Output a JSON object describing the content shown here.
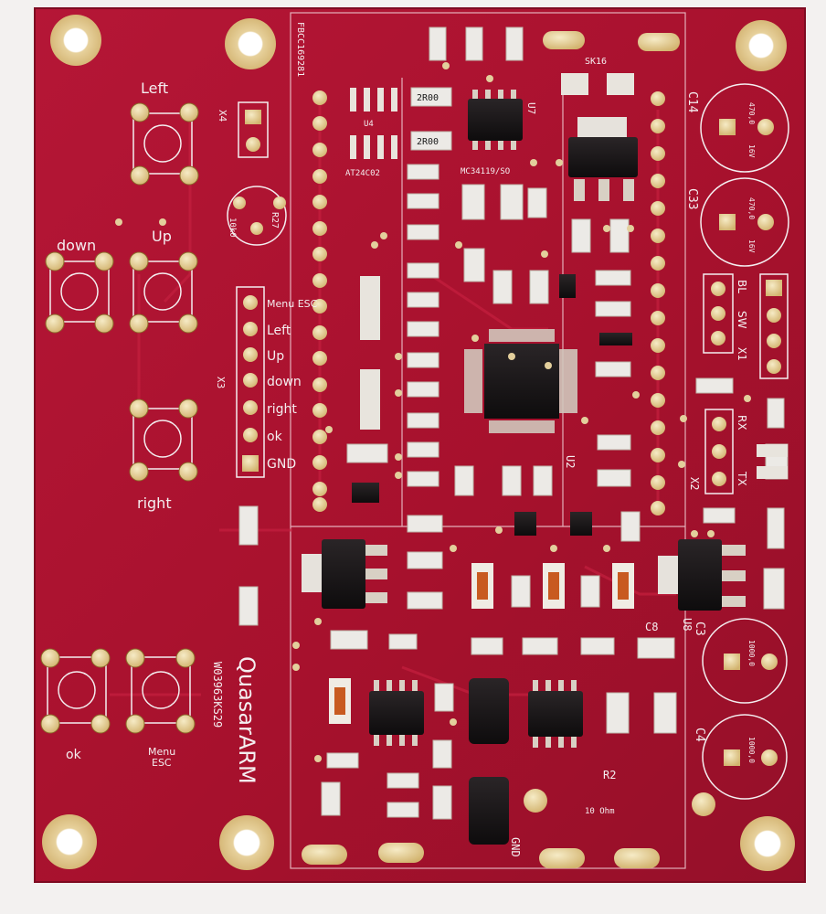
{
  "image": {
    "kind": "photo",
    "subject": "bare red printed circuit board",
    "colors": {
      "background": "#f3f1f0",
      "pcb": "#b01232",
      "pcb_dark": "#8e0d26",
      "pad": "#e8d7a6",
      "silkscreen": "#f4eef0",
      "ic": "#141214"
    }
  },
  "board": {
    "brand": "QuasarARM",
    "serial": "W03963KS29",
    "code_top": "FBCC169281",
    "buttons": {
      "left": "Left",
      "up": "Up",
      "down": "down",
      "right": "right",
      "ok": "ok",
      "menu_line1": "Menu",
      "menu_line2": "ESC"
    },
    "x3_header_labels": [
      "Menu ESC",
      "Left",
      "Up",
      "down",
      "right",
      "ok",
      "GND"
    ],
    "refs": {
      "x4": "X4",
      "x3": "X3",
      "x2": "X2",
      "x1": "X1",
      "u2": "U2",
      "u4": "U4",
      "u7": "U7",
      "u8": "U8",
      "c3": "C3",
      "c4": "C4",
      "c8": "C8",
      "c14": "C14",
      "c33": "C33",
      "r2": "R2",
      "r27": "R27",
      "sk16": "SK16",
      "gnd": "GND"
    },
    "part_labels": {
      "u7": "MC34119/SO",
      "rc_top": "2R00",
      "rc_bottom": "2R00",
      "r2_value": "10 Ohm",
      "pot": "10k0",
      "cap_470": "470,0",
      "cap_1000": "1000,0",
      "volt": "16V",
      "bl": "BL",
      "sw": "SW",
      "tx": "TX",
      "rx": "RX",
      "ic_lower": "AT24C02"
    }
  }
}
